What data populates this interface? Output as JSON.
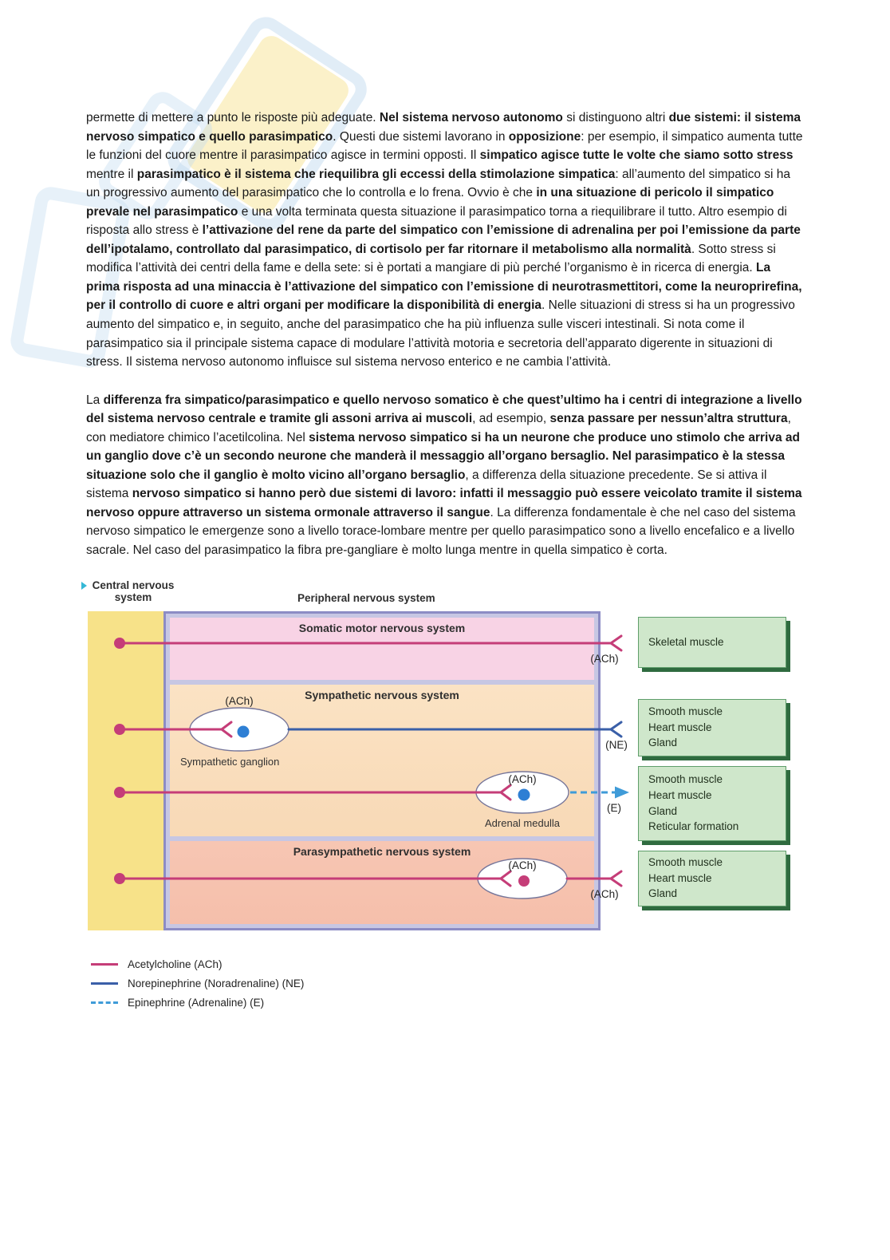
{
  "page": {
    "paragraphs": [
      {
        "runs": [
          {
            "text": "permette di mettere a punto le risposte più adeguate. ",
            "bold": false
          },
          {
            "text": "Nel sistema nervoso autonomo",
            "bold": true
          },
          {
            "text": " si distinguono altri ",
            "bold": false
          },
          {
            "text": "due sistemi: il sistema nervoso simpatico e quello parasimpatico",
            "bold": true
          },
          {
            "text": ". Questi due sistemi lavorano in ",
            "bold": false
          },
          {
            "text": "opposizione",
            "bold": true
          },
          {
            "text": ": per esempio, il simpatico aumenta tutte le funzioni del cuore mentre il parasimpatico agisce in termini opposti. Il ",
            "bold": false
          },
          {
            "text": "simpatico agisce tutte le volte che siamo sotto stress",
            "bold": true
          },
          {
            "text": " mentre il ",
            "bold": false
          },
          {
            "text": "parasimpatico è il sistema che riequilibra gli eccessi della stimolazione simpatica",
            "bold": true
          },
          {
            "text": ": all’aumento del simpatico si ha un progressivo aumento del parasimpatico che lo controlla e lo frena. Ovvio è che ",
            "bold": false
          },
          {
            "text": "in una situazione di pericolo il simpatico prevale nel parasimpatico",
            "bold": true
          },
          {
            "text": " e una volta terminata questa situazione il parasimpatico torna a riequilibrare il tutto. Altro esempio di risposta allo stress è ",
            "bold": false
          },
          {
            "text": "l’attivazione del rene da parte del simpatico con l’emissione di adrenalina per poi l’emissione da parte dell’ipotalamo, controllato dal parasimpatico, di cortisolo per far ritornare il metabolismo alla normalità",
            "bold": true
          },
          {
            "text": ". Sotto stress si modifica l’attività dei centri della fame e della sete: si è portati a mangiare di più perché l’organismo è in ricerca di energia. ",
            "bold": false
          },
          {
            "text": "La prima risposta ad una minaccia è l’attivazione del simpatico con l’emissione di neurotrasmettitori, come la neuroprirefina, per il controllo di cuore e altri organi per modificare la disponibilità di energia",
            "bold": true
          },
          {
            "text": ". Nelle situazioni di stress si ha un progressivo aumento del simpatico e, in seguito, anche del parasimpatico che ha più influenza sulle visceri intestinali. Si nota come il parasimpatico sia il principale sistema capace di modulare l’attività motoria e secretoria dell’apparato digerente in situazioni di stress. Il sistema nervoso autonomo influisce sul sistema nervoso enterico e ne cambia l’attività.",
            "bold": false
          }
        ]
      },
      {
        "runs": [
          {
            "text": "La ",
            "bold": false
          },
          {
            "text": "differenza fra simpatico/parasimpatico e quello nervoso somatico è che quest’ultimo ha i centri di integrazione a livello del sistema nervoso centrale e tramite gli assoni arriva ai muscoli",
            "bold": true
          },
          {
            "text": ", ad esempio, ",
            "bold": false
          },
          {
            "text": "senza passare per nessun’altra struttura",
            "bold": true
          },
          {
            "text": ", con mediatore chimico l’acetilcolina. Nel ",
            "bold": false
          },
          {
            "text": "sistema nervoso simpatico si ha un neurone che produce uno stimolo che arriva ad un ganglio dove c’è un secondo neurone che manderà il messaggio all’organo bersaglio. Nel parasimpatico è la stessa situazione solo che il ganglio è molto vicino all’organo bersaglio",
            "bold": true
          },
          {
            "text": ", a differenza della situazione precedente. Se si attiva il sistema ",
            "bold": false
          },
          {
            "text": "nervoso simpatico si hanno però due sistemi di lavoro: infatti il messaggio può essere veicolato tramite il sistema nervoso oppure attraverso un sistema ormonale attraverso il sangue",
            "bold": true
          },
          {
            "text": ". La differenza fondamentale è che nel caso del sistema nervoso simpatico le emergenze sono a livello torace-lombare mentre per quello parasimpatico sono a livello encefalico e a livello sacrale. Nel caso del parasimpatico la fibra pre-gangliare è molto lunga mentre in quella simpatico è corta.",
            "bold": false
          }
        ]
      }
    ]
  },
  "diagram": {
    "cns_label": "Central nervous system",
    "pns_label": "Peripheral nervous system",
    "sections": {
      "somatic": "Somatic motor nervous system",
      "sympathetic": "Sympathetic nervous system",
      "parasympathetic": "Parasympathetic nervous system"
    },
    "labels": {
      "ach": "(ACh)",
      "ne": "(NE)",
      "e": "(E)",
      "sympathetic_ganglion": "Sympathetic ganglion",
      "adrenal_medulla": "Adrenal medulla"
    },
    "targets": {
      "skeletal": [
        "Skeletal muscle"
      ],
      "sympathetic_direct": [
        "Smooth muscle",
        "Heart muscle",
        "Gland"
      ],
      "adrenal": [
        "Smooth muscle",
        "Heart muscle",
        "Gland",
        "Reticular formation"
      ],
      "parasympathetic": [
        "Smooth muscle",
        "Heart muscle",
        "Gland"
      ]
    },
    "legend": [
      {
        "label": "Acetylcholine (ACh)",
        "line": "solid",
        "color": "#c53d78"
      },
      {
        "label": "Norepinephrine (Noradrenaline) (NE)",
        "line": "solid",
        "color": "#3a5fa8"
      },
      {
        "label": "Epinephrine (Adrenaline) (E)",
        "line": "dashed",
        "color": "#3f9bd8"
      }
    ],
    "colors": {
      "acetylcholine": "#c53d78",
      "norepinephrine": "#3a5fa8",
      "epinephrine": "#3f9bd8",
      "neuron_blue": "#2e7fd4",
      "cns_box": "#f7e289",
      "somatic_box": "#f8d3e5",
      "sympathetic_box": "#fbe3c4",
      "parasympathetic_box": "#f5bfab",
      "target_box": "#cfe7cb",
      "target_box_shadow": "#2f6b3f",
      "outer_border": "#8c8cc4",
      "outer_fill": "#c7c7e3"
    }
  }
}
